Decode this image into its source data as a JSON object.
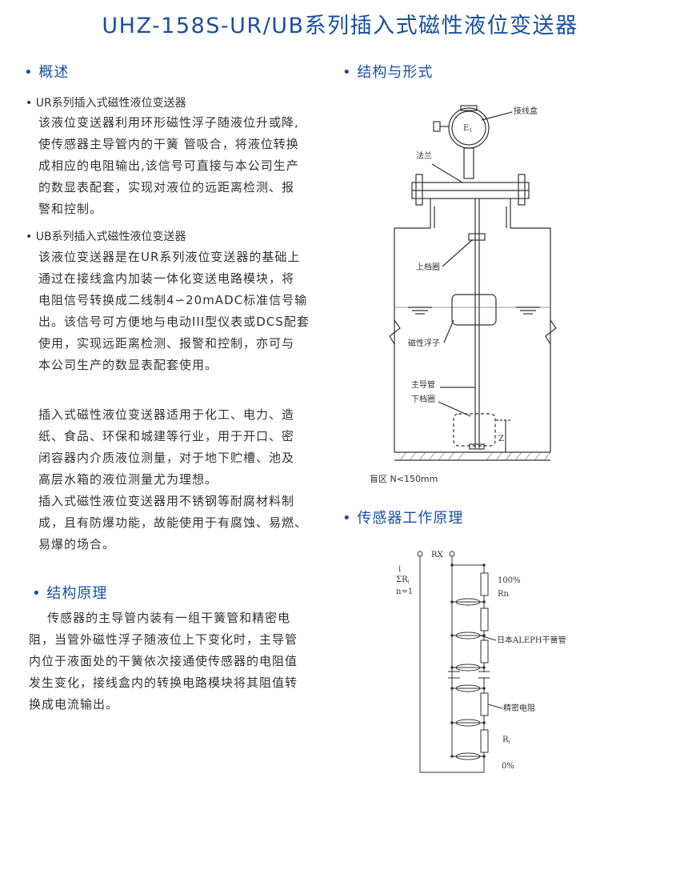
{
  "title": "UHZ-158S-UR/UB系列插入式磁性液位变送器",
  "left": {
    "overview_heading": "• 概述",
    "ur_heading": "• UR系列插入式磁性液位变送器",
    "ur_lines": [
      "该液位变送器利用环形磁性浮子随液位升或降,",
      "使传感器主导管内的干簧 管吸合，将液位转换",
      "成相应的电阻输出,该信号可直接与本公司生产",
      "的数显表配套，实现对液位的远距离检测、报",
      "警和控制。"
    ],
    "ub_heading": "• UB系列插入式磁性液位变送器",
    "ub_lines": [
      "该液位变送器是在UR系列液位变送器的基础上",
      "通过在接线盒内加装一体化变送电路模块，将",
      "电阻信号转换成二线制4∽20mADC标准信号输",
      "出。该信号可方便地与电动III型仪表或DCS配套",
      "使用，实现远距离检测、报警和控制，亦可与",
      "本公司生产的数显表配套使用。"
    ],
    "app_lines": [
      "插入式磁性液位变送器适用于化工、电力、造",
      "纸、食品、环保和城建等行业，用于开口、密",
      "闭容器内介质液位测量，对于地下贮槽、池及",
      "高层水箱的液位测量尤为理想。",
      "插入式磁性液位变送器用不锈钢等耐腐材料制",
      "成，且有防爆功能，故能使用于有腐蚀、易燃、",
      "易爆的场合。"
    ],
    "principle_heading": "• 结构原理",
    "principle_lines": [
      "    传感器的主导管内装有一组干簧管和精密电",
      "阻，当管外磁性浮子随液位上下变化时，主导管",
      "内位于液面处的干簧依次接通使传感器的电阻值",
      "发生变化，接线盒内的转换电路模块将其阻值转",
      "换成电流输出。"
    ]
  },
  "right": {
    "structure_heading": "• 结构与形式",
    "diagram_labels": {
      "junction_box": "接线盒",
      "e_label": "E",
      "e_sub": "1",
      "flange": "法兰",
      "upper_ring": "上档圈",
      "float": "磁性浮子",
      "main_tube": "主导管",
      "lower_ring": "下档圈",
      "z_label": "Z"
    },
    "blind_zone": "盲区 N<150mm",
    "sensor_heading": "• 传感器工作原理",
    "circuit_labels": {
      "i_label": "i",
      "sum_label": "ΣR",
      "sum_sub": "i",
      "n_label": "n=1",
      "rx_label": "RX",
      "pct100": "100%",
      "rn": "Rn",
      "reed": "日本ALEPH干簧管",
      "precision": "精密电阻",
      "ri": "R",
      "ri_sub": "i",
      "pct0": "0%"
    }
  }
}
